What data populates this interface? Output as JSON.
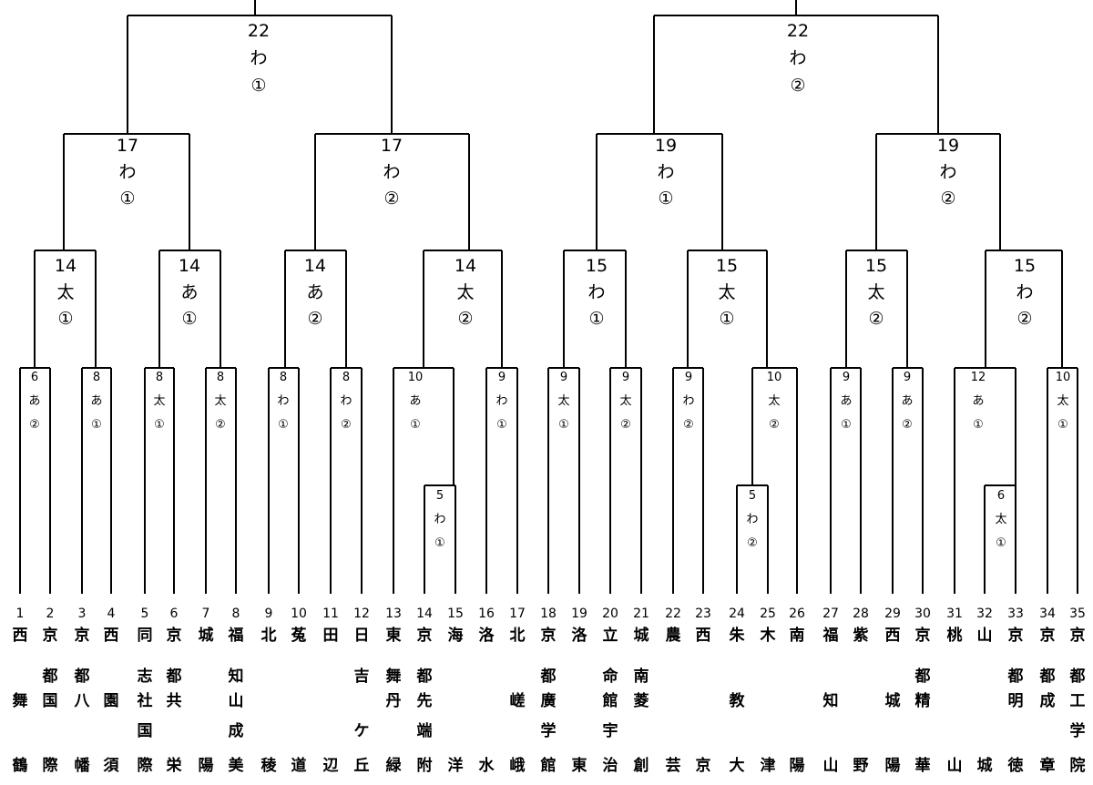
{
  "accent_color": "#c00000",
  "matches": [
    {
      "id": "l22",
      "lines": [
        "22",
        "わ",
        "①"
      ]
    },
    {
      "id": "r22",
      "lines": [
        "22",
        "わ",
        "②"
      ]
    },
    {
      "id": "l17a",
      "lines": [
        "17",
        "わ",
        "①"
      ]
    },
    {
      "id": "l17b",
      "lines": [
        "17",
        "わ",
        "②"
      ]
    },
    {
      "id": "r19a",
      "lines": [
        "19",
        "わ",
        "①"
      ]
    },
    {
      "id": "r19b",
      "lines": [
        "19",
        "わ",
        "②"
      ]
    },
    {
      "id": "q1",
      "lines": [
        "14",
        "太",
        "①"
      ]
    },
    {
      "id": "q2",
      "lines": [
        "14",
        "あ",
        "①"
      ]
    },
    {
      "id": "q3",
      "lines": [
        "14",
        "あ",
        "②"
      ]
    },
    {
      "id": "q4",
      "lines": [
        "14",
        "太",
        "②"
      ]
    },
    {
      "id": "q5",
      "lines": [
        "15",
        "わ",
        "①"
      ]
    },
    {
      "id": "q6",
      "lines": [
        "15",
        "太",
        "①"
      ]
    },
    {
      "id": "q7",
      "lines": [
        "15",
        "太",
        "②"
      ]
    },
    {
      "id": "q8",
      "lines": [
        "15",
        "わ",
        "②"
      ]
    },
    {
      "id": "f1",
      "lines": [
        "6",
        "あ",
        "②"
      ]
    },
    {
      "id": "f2",
      "lines": [
        "8",
        "あ",
        "①"
      ]
    },
    {
      "id": "f3",
      "lines": [
        "8",
        "太",
        "①"
      ]
    },
    {
      "id": "f4",
      "lines": [
        "8",
        "太",
        "②"
      ]
    },
    {
      "id": "f5",
      "lines": [
        "8",
        "わ",
        "①"
      ]
    },
    {
      "id": "f6",
      "lines": [
        "8",
        "わ",
        "②"
      ]
    },
    {
      "id": "f7",
      "lines": [
        "10",
        "あ",
        "①"
      ]
    },
    {
      "id": "f8",
      "lines": [
        "9",
        "わ",
        "①"
      ]
    },
    {
      "id": "f9",
      "lines": [
        "9",
        "太",
        "①"
      ]
    },
    {
      "id": "f10",
      "lines": [
        "9",
        "太",
        "②"
      ]
    },
    {
      "id": "f11",
      "lines": [
        "9",
        "わ",
        "②"
      ]
    },
    {
      "id": "f12",
      "lines": [
        "10",
        "太",
        "②"
      ],
      "accent_line": 1
    },
    {
      "id": "f13",
      "lines": [
        "9",
        "あ",
        "①"
      ]
    },
    {
      "id": "f14",
      "lines": [
        "9",
        "あ",
        "②"
      ]
    },
    {
      "id": "f15",
      "lines": [
        "12",
        "あ",
        "①"
      ]
    },
    {
      "id": "f16",
      "lines": [
        "10",
        "太",
        "①"
      ]
    },
    {
      "id": "s1",
      "lines": [
        "5",
        "わ",
        "①"
      ]
    },
    {
      "id": "s2",
      "lines": [
        "5",
        "わ",
        "②"
      ]
    },
    {
      "id": "s3",
      "lines": [
        "6",
        "太",
        "①"
      ]
    }
  ],
  "teams": [
    {
      "seed": "1",
      "name": [
        "西",
        "",
        "舞",
        "",
        "鶴"
      ]
    },
    {
      "seed": "2",
      "name": [
        "京",
        "都",
        "国",
        "",
        "際"
      ]
    },
    {
      "seed": "3",
      "name": [
        "京",
        "都",
        "八",
        "",
        "幡"
      ]
    },
    {
      "seed": "4",
      "name": [
        "西",
        "",
        "園",
        "",
        "須"
      ]
    },
    {
      "seed": "5",
      "name": [
        "同",
        "志",
        "社",
        "国",
        "際"
      ]
    },
    {
      "seed": "6",
      "name": [
        "京",
        "都",
        "共",
        "",
        "栄"
      ]
    },
    {
      "seed": "7",
      "name": [
        "城",
        "",
        "",
        "",
        "陽"
      ]
    },
    {
      "seed": "8",
      "name": [
        "福",
        "知",
        "山",
        "成",
        "美"
      ]
    },
    {
      "seed": "9",
      "name": [
        "北",
        "",
        "",
        "",
        "稜"
      ]
    },
    {
      "seed": "10",
      "name": [
        "菟",
        "",
        "",
        "",
        "道"
      ]
    },
    {
      "seed": "11",
      "name": [
        "田",
        "",
        "",
        "",
        "辺"
      ]
    },
    {
      "seed": "12",
      "name": [
        "日",
        "吉",
        "",
        "ケ",
        "丘"
      ]
    },
    {
      "seed": "13",
      "name": [
        "東",
        "舞",
        "丹",
        "",
        "緑"
      ]
    },
    {
      "seed": "14",
      "name": [
        "京",
        "都",
        "先",
        "端",
        "附"
      ]
    },
    {
      "seed": "15",
      "name": [
        "海",
        "",
        "",
        "",
        "洋"
      ]
    },
    {
      "seed": "16",
      "name": [
        "洛",
        "",
        "",
        "",
        "水"
      ]
    },
    {
      "seed": "17",
      "name": [
        "北",
        "",
        "嵯",
        "",
        "峨"
      ]
    },
    {
      "seed": "18",
      "name": [
        "京",
        "都",
        "廣",
        "学",
        "館"
      ]
    },
    {
      "seed": "19",
      "name": [
        "洛",
        "",
        "",
        "",
        "東"
      ]
    },
    {
      "seed": "20",
      "name": [
        "立",
        "命",
        "館",
        "宇",
        "治"
      ]
    },
    {
      "seed": "21",
      "name": [
        "城",
        "南",
        "菱",
        "",
        "創"
      ]
    },
    {
      "seed": "22",
      "name": [
        "農",
        "",
        "",
        "",
        "芸"
      ]
    },
    {
      "seed": "23",
      "name": [
        "西",
        "",
        "",
        "",
        "京"
      ]
    },
    {
      "seed": "24",
      "name": [
        "朱",
        "",
        "教",
        "",
        "大"
      ]
    },
    {
      "seed": "25",
      "name": [
        "木",
        "",
        "",
        "",
        "津"
      ]
    },
    {
      "seed": "26",
      "name": [
        "南",
        "",
        "",
        "",
        "陽"
      ]
    },
    {
      "seed": "27",
      "name": [
        "福",
        "",
        "知",
        "",
        "山"
      ]
    },
    {
      "seed": "28",
      "name": [
        "紫",
        "",
        "",
        "",
        "野"
      ]
    },
    {
      "seed": "29",
      "name": [
        "西",
        "",
        "城",
        "",
        "陽"
      ]
    },
    {
      "seed": "30",
      "name": [
        "京",
        "都",
        "精",
        "",
        "華"
      ]
    },
    {
      "seed": "31",
      "name": [
        "桃",
        "",
        "",
        "",
        "山"
      ]
    },
    {
      "seed": "32",
      "name": [
        "山",
        "",
        "",
        "",
        "城"
      ]
    },
    {
      "seed": "33",
      "name": [
        "京",
        "都",
        "明",
        "",
        "徳"
      ]
    },
    {
      "seed": "34",
      "name": [
        "京",
        "都",
        "成",
        "",
        "章"
      ]
    },
    {
      "seed": "35",
      "name": [
        "京",
        "都",
        "工",
        "学",
        "院"
      ]
    }
  ]
}
